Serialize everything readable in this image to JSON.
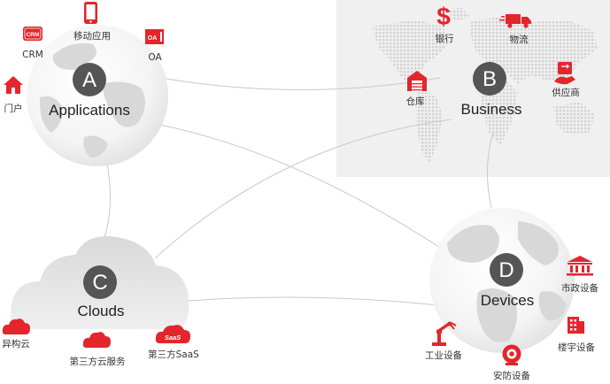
{
  "colors": {
    "accent": "#e2262c",
    "badge": "#555555",
    "globe_land": "#d8d8d8",
    "business_panel": "#f0f0f0",
    "connector": "#c8c8c8"
  },
  "nodes": {
    "applications": {
      "letter": "A",
      "title": "Applications"
    },
    "business": {
      "letter": "B",
      "title": "Business"
    },
    "clouds": {
      "letter": "C",
      "title": "Clouds"
    },
    "devices": {
      "letter": "D",
      "title": "Devices"
    }
  },
  "icons": {
    "crm": {
      "label": "CRM",
      "text": "CRM",
      "icon": "crm-icon"
    },
    "mobile": {
      "label": "移动应用",
      "icon": "mobile-phone-icon"
    },
    "oa": {
      "label": "OA",
      "text": "OA",
      "icon": "oa-icon"
    },
    "portal": {
      "label": "门户",
      "icon": "house-icon"
    },
    "bank": {
      "label": "银行",
      "icon": "dollar-icon"
    },
    "logistics": {
      "label": "物流",
      "icon": "truck-icon"
    },
    "warehouse": {
      "label": "仓库",
      "icon": "warehouse-icon"
    },
    "supplier": {
      "label": "供应商",
      "icon": "supplier-handshake-icon"
    },
    "hetero_cloud": {
      "label": "异构云",
      "icon": "cloud-icon"
    },
    "third_party_cloud": {
      "label": "第三方云服务",
      "icon": "cloud-icon"
    },
    "saas": {
      "label": "第三方SaaS",
      "text": "SaaS",
      "icon": "saas-cloud-icon"
    },
    "municipal": {
      "label": "市政设备",
      "icon": "government-building-icon"
    },
    "building": {
      "label": "楼宇设备",
      "icon": "office-building-icon"
    },
    "industrial": {
      "label": "工业设备",
      "icon": "robot-arm-icon"
    },
    "security": {
      "label": "安防设备",
      "icon": "security-camera-icon"
    }
  }
}
